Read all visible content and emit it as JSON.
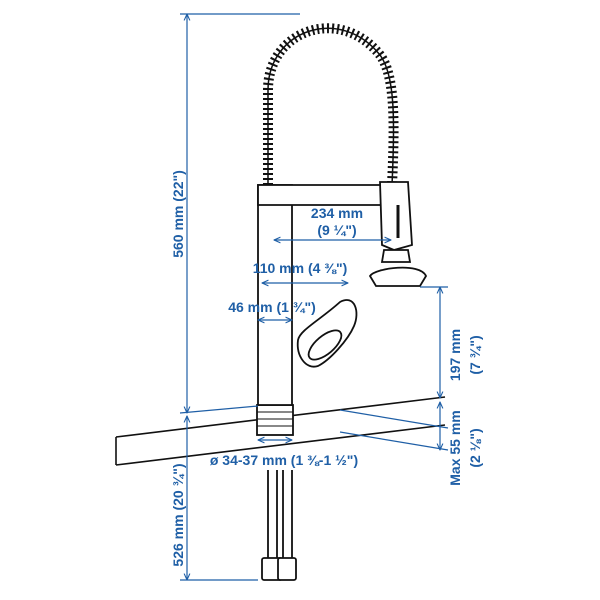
{
  "dimensions": {
    "total_height": "560 mm (22\")",
    "spout_reach": "234 mm",
    "spout_reach_in": "(9 ¼\")",
    "handle_reach": "110 mm (4 ⅜\")",
    "body_diameter": "46 mm (1 ¾\")",
    "spout_clearance": "197 mm",
    "spout_clearance_in": "(7 ¾\")",
    "counter_thickness": "Max 55 mm",
    "counter_thickness_in": "(2 ⅛\")",
    "hole_diameter": "ø 34-37 mm (1 ⅜-1 ½\")",
    "hose_length": "526 mm (20 ¾\")"
  },
  "colors": {
    "dimension": "#1f5fa6",
    "line": "#111111"
  }
}
